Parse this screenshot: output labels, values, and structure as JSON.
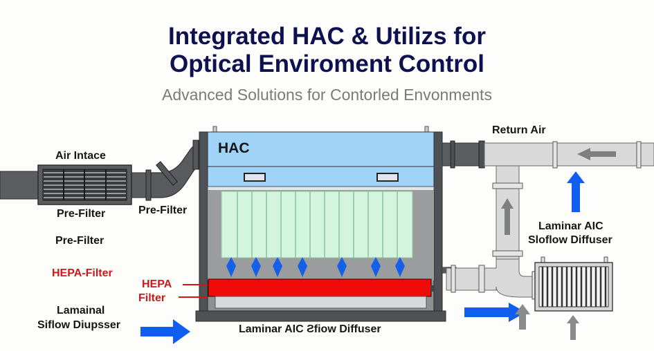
{
  "header": {
    "title_line1": "Integrated HAC & Utilizs for",
    "title_line2": "Optical Enviroment Control",
    "subtitle": "Advanced Solutions for Contorled Envonments"
  },
  "labels": {
    "air_intake": "Air Intace",
    "pre_filter_1": "Pre-Filter",
    "pre_filter_2": "Pre-Filter",
    "pre_filter_3": "Pre-Filter",
    "hepa_filter_left": "HEPA-Filter",
    "hepa_callout_line1": "HEPA",
    "hepa_callout_line2": "Filter",
    "lamainal_line1": "Lamainal",
    "lamainal_line2": "Siflow Diupsser",
    "hac": "HAC",
    "bottom_diffuser": "Laminar AIC Ƨfiow Diffuser",
    "return_air": "Return Air",
    "laminar_right_line1": "Laminar AIC",
    "laminar_right_line2": "Sloflow Diffuser"
  },
  "colors": {
    "title": "#0e1150",
    "subtitle": "#7a7a7a",
    "hac_blue": "#9fd3f7",
    "filter_green": "#d3f5df",
    "hepa_red": "#f00a0a",
    "flow_blue": "#0f5ef0",
    "duct_dark": "#595b5e",
    "duct_light": "#d8d9d8",
    "housing": "#4d5054"
  }
}
